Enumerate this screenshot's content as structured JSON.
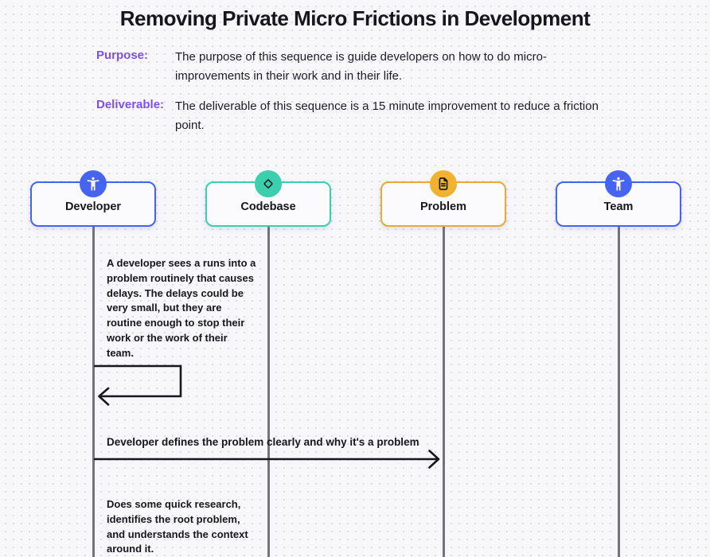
{
  "board": {
    "title": "Removing Private Micro Frictions in Development",
    "purpose_label": "Purpose:",
    "purpose_text": "The purpose of this sequence is guide developers on how to do micro-\nimprovements in their work and in their life.",
    "deliverable_label": "Deliverable:",
    "deliverable_text": "The deliverable of this sequence is a 15 minute improvement to reduce a friction\npoint."
  },
  "actors": [
    {
      "label": "Developer",
      "icon": "accessibility-person-icon",
      "accent": "#4664f0"
    },
    {
      "label": "Codebase",
      "icon": "diamond-icon",
      "accent": "#3dcead"
    },
    {
      "label": "Problem",
      "icon": "document-icon",
      "accent": "#f1b32f"
    },
    {
      "label": "Team",
      "icon": "accessibility-person-icon",
      "accent": "#4664f0"
    }
  ],
  "sequence": {
    "note_1": "A developer sees a runs into a\nproblem routinely that causes\ndelays. The delays could be\nvery small, but they are\nroutine enough to stop their\nwork or the work of their\nteam.",
    "message_1_label": "Developer defines the problem clearly and why it's a problem",
    "note_2": "Does some quick research,\nidentifies the root problem,\nand understands the context\naround it."
  },
  "colors": {
    "background": "#f7f7fa",
    "grid_dot": "#d9d9e2",
    "accent_purple": "#7d4ff0",
    "actor_blue": "#4664f0",
    "actor_teal": "#3dcead",
    "actor_gold": "#f1b32f",
    "line_black": "#17171c",
    "lifeline_gray": "#73737b",
    "text_dark": "#1c1c26"
  }
}
